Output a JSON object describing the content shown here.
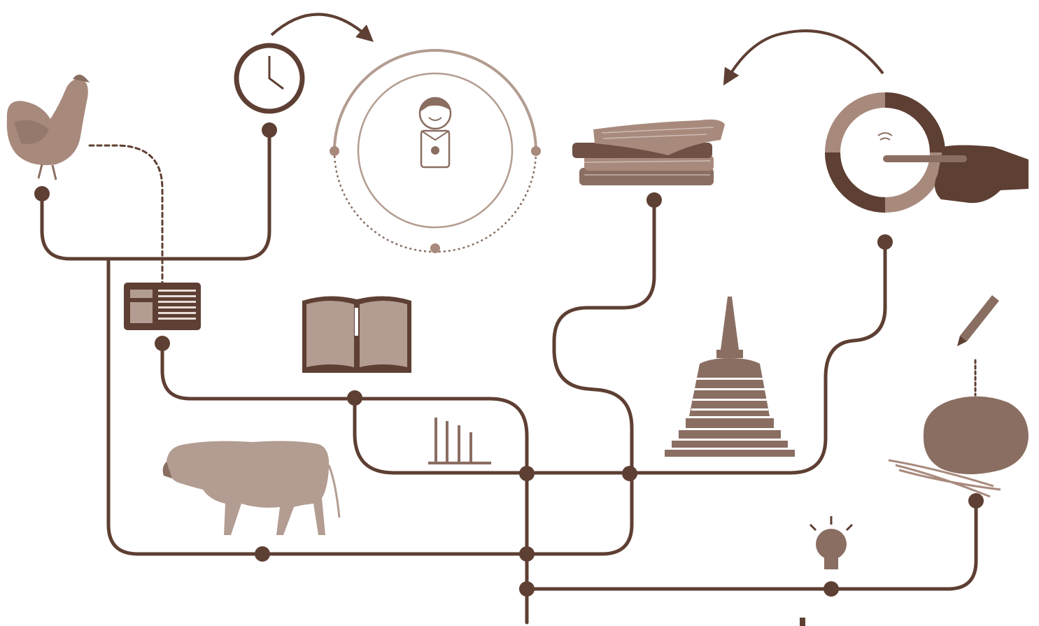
{
  "diagram": {
    "palette": {
      "line": "#5e3f33",
      "dark": "#5e3f33",
      "mid": "#8a6e62",
      "light": "#b39c91",
      "pale": "#cbb7ad",
      "background": "#ffffff"
    },
    "icons": [
      "chicken-icon",
      "clock-icon",
      "person-icon",
      "textile-stack-icon",
      "contactless-payment-icon",
      "id-card-icon",
      "open-book-icon",
      "bar-chart-icon",
      "stupa-temple-icon",
      "pencil-icon",
      "rice-grain-icon",
      "cow-icon",
      "lightbulb-icon"
    ],
    "arrows": [
      {
        "name": "clock-to-person-arrow",
        "direction": "clockwise"
      },
      {
        "name": "payment-to-textile-arrow",
        "direction": "counter-clockwise"
      }
    ]
  }
}
